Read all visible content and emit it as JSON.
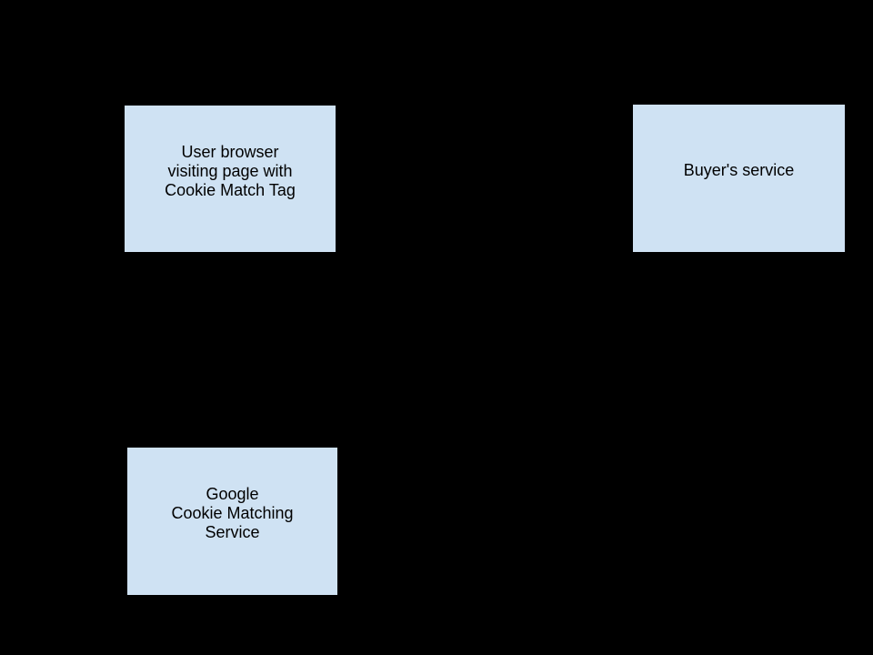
{
  "diagram": {
    "background_color": "#000000",
    "node_fill_color": "#cfe2f3",
    "node_text_color": "#000000",
    "boxes": [
      {
        "id": "user-browser",
        "lines": [
          "User browser",
          "visiting page with",
          "Cookie Match Tag"
        ]
      },
      {
        "id": "buyers-service",
        "lines": [
          "Buyer's service"
        ]
      },
      {
        "id": "google-cookie-matching-service",
        "lines": [
          "Google",
          "Cookie Matching",
          "Service"
        ]
      }
    ]
  }
}
